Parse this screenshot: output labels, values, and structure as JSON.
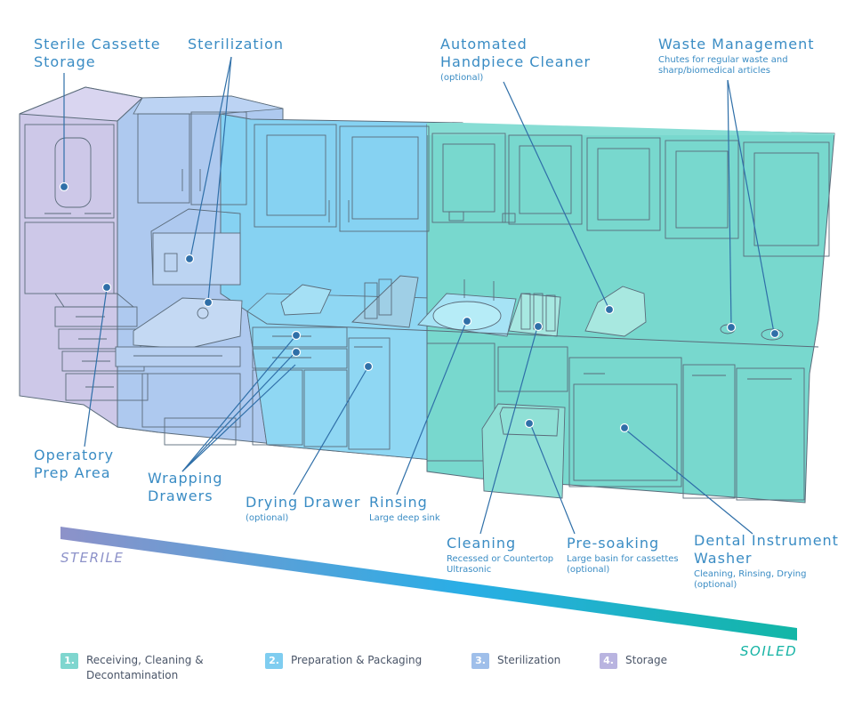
{
  "zone_colors": {
    "storage": "#c9c5e6",
    "sterilization": "#a9c8ef",
    "preparation": "#7fd0f0",
    "receiving": "#6fd8cf",
    "outline": "#5a6b7a",
    "callout": "#2f6fa8",
    "label_text": "#3a8cc4"
  },
  "callouts": {
    "sterile_cassette_storage": {
      "title": "Sterile Cassette\nStorage",
      "subtitle": ""
    },
    "sterilization": {
      "title": "Sterilization",
      "subtitle": ""
    },
    "automated_handpiece_cleaner": {
      "title": "Automated\nHandpiece Cleaner",
      "subtitle": "(optional)"
    },
    "waste_management": {
      "title": "Waste Management",
      "subtitle": "Chutes for regular waste and\nsharp/biomedical articles"
    },
    "operatory_prep_area": {
      "title": "Operatory\nPrep Area",
      "subtitle": ""
    },
    "wrapping_drawers": {
      "title": "Wrapping\nDrawers",
      "subtitle": ""
    },
    "drying_drawer": {
      "title": "Drying Drawer",
      "subtitle": "(optional)"
    },
    "rinsing": {
      "title": "Rinsing",
      "subtitle": "Large deep sink"
    },
    "cleaning": {
      "title": "Cleaning",
      "subtitle": "Recessed or Countertop\nUltrasonic"
    },
    "pre_soaking": {
      "title": "Pre-soaking",
      "subtitle": "Large basin for cassettes\n(optional)"
    },
    "dental_instrument_washer": {
      "title": "Dental Instrument\nWasher",
      "subtitle": "Cleaning, Rinsing, Drying\n(optional)"
    }
  },
  "gradient": {
    "start_label": "STERILE",
    "end_label": "SOILED",
    "start_color": "#8d92c9",
    "end_color": "#1ab7a8"
  },
  "legend": [
    {
      "num": "1.",
      "label": "Receiving, Cleaning &\nDecontamination",
      "color": "#7fd6cf"
    },
    {
      "num": "2.",
      "label": "Preparation & Packaging",
      "color": "#7fcdf0"
    },
    {
      "num": "3.",
      "label": "Sterilization",
      "color": "#9fbfea"
    },
    {
      "num": "4.",
      "label": "Storage",
      "color": "#b9b4e0"
    }
  ]
}
